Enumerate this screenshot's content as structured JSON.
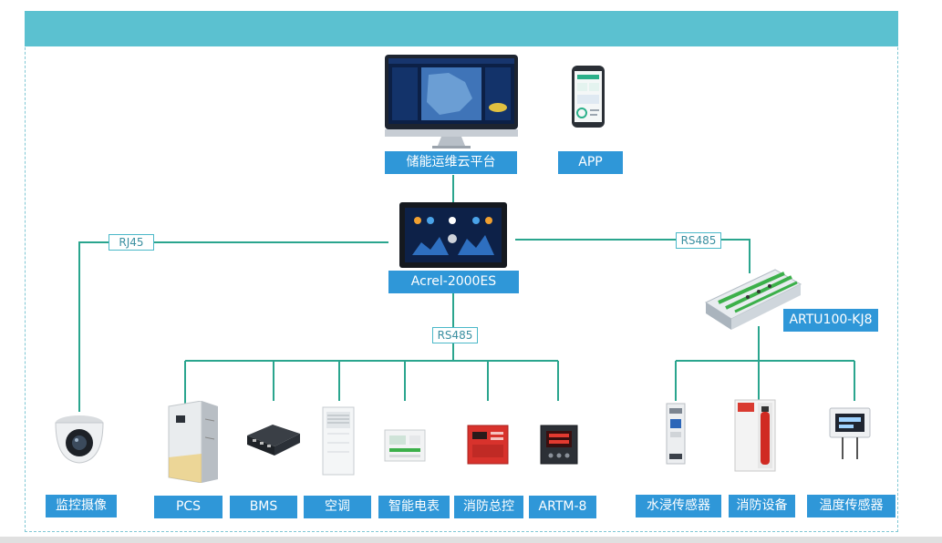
{
  "colors": {
    "header": "#5bc1d0",
    "label_bg": "#2f97d8",
    "wire": "#2aa58e",
    "frame": "#7fc7d4"
  },
  "top": {
    "cloud_label": "储能运维云平台",
    "app_label": "APP"
  },
  "center": {
    "controller_label": "Acrel-2000ES"
  },
  "links": {
    "left_link": "RJ45",
    "right_link": "RS485",
    "bottom_link": "RS485"
  },
  "right_module": {
    "label": "ARTU100-KJ8"
  },
  "devices": {
    "camera": "监控摄像",
    "pcs": "PCS",
    "bms": "BMS",
    "ac": "空调",
    "meter": "智能电表",
    "fire_control": "消防总控",
    "artm": "ARTM-8",
    "water_sensor": "水浸传感器",
    "fire_equipment": "消防设备",
    "temp_sensor": "温度传感器"
  },
  "icons": [
    "monitor-icon",
    "phone-icon",
    "touchscreen-icon",
    "io-module-icon",
    "camera-icon",
    "pcs-cabinet-icon",
    "bms-box-icon",
    "air-conditioner-icon",
    "smart-meter-icon",
    "fire-panel-icon",
    "artm-meter-icon",
    "water-sensor-icon",
    "fire-extinguisher-icon",
    "temp-sensor-icon"
  ]
}
